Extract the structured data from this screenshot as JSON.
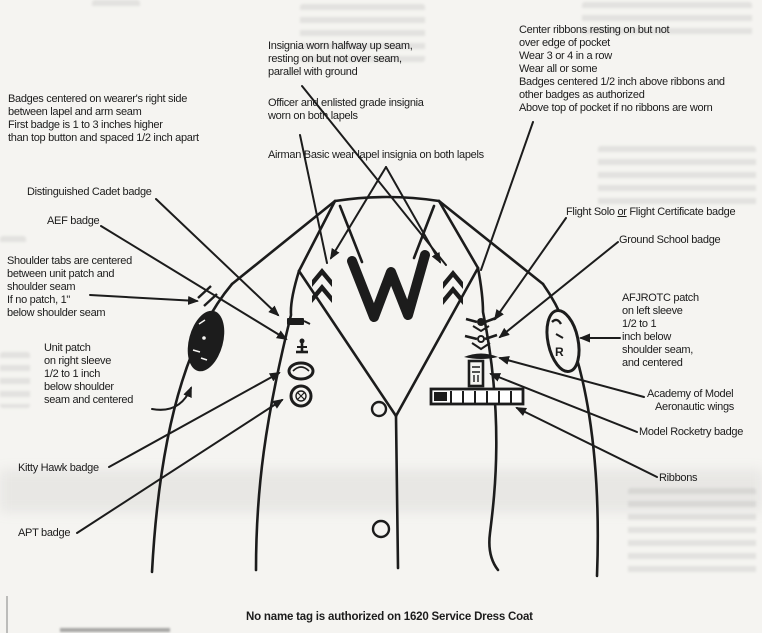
{
  "colors": {
    "ink": "#1c1c1c",
    "paper": "#f5f4f1"
  },
  "labels": {
    "badges_right_side": {
      "lines": [
        "Badges centered on wearer's right side",
        "between lapel and arm seam",
        "First badge is 1 to 3 inches higher",
        "than top button and spaced 1/2 inch apart"
      ]
    },
    "insignia_seam": {
      "lines": [
        "Insignia worn halfway up seam,",
        "resting on but not over seam,",
        "parallel with ground"
      ]
    },
    "officer_enlisted": {
      "lines": [
        "Officer and enlisted grade insignia",
        "worn on both lapels"
      ]
    },
    "airman_basic": {
      "lines": [
        "Airman Basic wear lapel insignia on both lapels"
      ]
    },
    "center_ribbons": {
      "lines": [
        "Center ribbons resting on but not",
        "over edge of pocket",
        "Wear 3 or 4 in a row",
        "Wear all or some",
        "Badges centered 1/2 inch above ribbons and",
        "other badges as authorized",
        "Above top of pocket if no ribbons are worn"
      ]
    },
    "distinguished_cadet": {
      "lines": [
        "Distinguished Cadet badge"
      ]
    },
    "aef": {
      "lines": [
        "AEF badge"
      ]
    },
    "flight_solo": {
      "pre": "Flight Solo ",
      "or": "or",
      "post": " Flight Certificate badge"
    },
    "ground_school": {
      "lines": [
        "Ground School badge"
      ]
    },
    "shoulder_tabs": {
      "lines": [
        "Shoulder tabs are centered",
        "between unit patch and",
        "shoulder seam",
        "If no patch, 1\"",
        "below shoulder seam"
      ]
    },
    "afjrotc_patch": {
      "lines": [
        "AFJROTC patch",
        "on left sleeve",
        "1/2 to 1",
        "inch below",
        "shoulder seam,",
        "and centered"
      ]
    },
    "unit_patch": {
      "lines": [
        "Unit patch",
        "on right sleeve",
        "1/2 to 1 inch",
        "below shoulder",
        "seam and centered"
      ]
    },
    "academy_model": {
      "lines": [
        "Academy of Model",
        "Aeronautic wings"
      ]
    },
    "model_rocketry": {
      "lines": [
        "Model Rocketry badge"
      ]
    },
    "kitty_hawk": {
      "lines": [
        "Kitty Hawk badge"
      ]
    },
    "ribbons": {
      "lines": [
        "Ribbons"
      ]
    },
    "apt": {
      "lines": [
        "APT badge"
      ]
    },
    "footnote": {
      "lines": [
        "No name tag is authorized on 1620 Service Dress Coat"
      ]
    }
  },
  "patch_text": {
    "afjrotc_letter": "R"
  }
}
